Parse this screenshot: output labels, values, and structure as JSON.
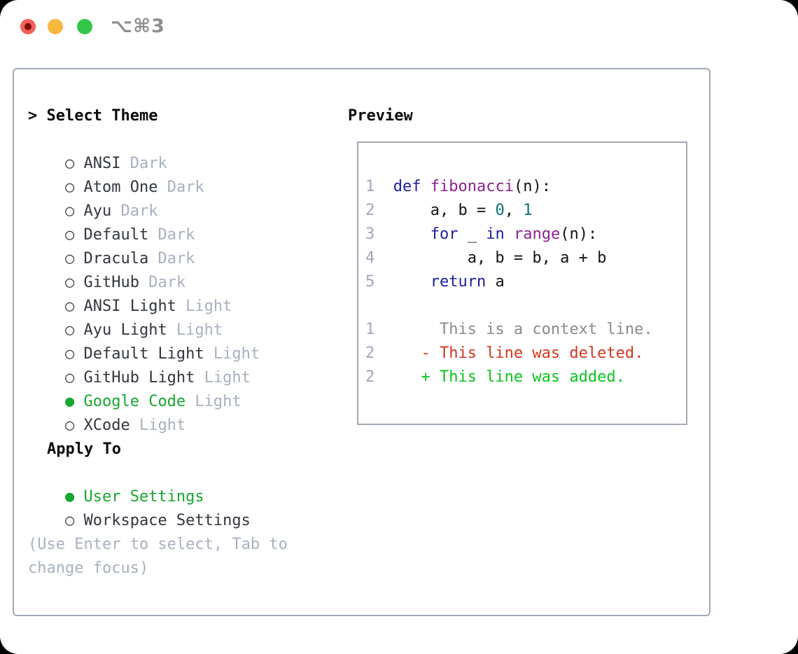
{
  "window": {
    "title": "⌥⌘3"
  },
  "theme_selector": {
    "cursor": ">",
    "title": "Select Theme",
    "unselected_marker": "○",
    "selected_marker": "●",
    "themes": [
      {
        "name": "ANSI",
        "variant": "Dark",
        "selected": false
      },
      {
        "name": "Atom One",
        "variant": "Dark",
        "selected": false
      },
      {
        "name": "Ayu",
        "variant": "Dark",
        "selected": false
      },
      {
        "name": "Default",
        "variant": "Dark",
        "selected": false
      },
      {
        "name": "Dracula",
        "variant": "Dark",
        "selected": false
      },
      {
        "name": "GitHub",
        "variant": "Dark",
        "selected": false
      },
      {
        "name": "ANSI Light",
        "variant": "Light",
        "selected": false
      },
      {
        "name": "Ayu Light",
        "variant": "Light",
        "selected": false
      },
      {
        "name": "Default Light",
        "variant": "Light",
        "selected": false
      },
      {
        "name": "GitHub Light",
        "variant": "Light",
        "selected": false
      },
      {
        "name": "Google Code",
        "variant": "Light",
        "selected": true
      },
      {
        "name": "XCode",
        "variant": "Light",
        "selected": false
      }
    ],
    "apply_to": {
      "title": "Apply To",
      "options": [
        {
          "label": "User Settings",
          "selected": true
        },
        {
          "label": "Workspace Settings",
          "selected": false
        }
      ]
    },
    "help_text": "(Use Enter to select, Tab to change focus)"
  },
  "preview": {
    "title": "Preview",
    "lines": [
      {
        "num": "1",
        "tokens": [
          [
            "pl",
            "  "
          ],
          [
            "kw",
            "def"
          ],
          [
            "pl",
            " "
          ],
          [
            "fn",
            "fibonacci"
          ],
          [
            "pl",
            "(n):"
          ]
        ]
      },
      {
        "num": "2",
        "tokens": [
          [
            "pl",
            "      a, b = "
          ],
          [
            "num",
            "0"
          ],
          [
            "pl",
            ", "
          ],
          [
            "num",
            "1"
          ]
        ]
      },
      {
        "num": "3",
        "tokens": [
          [
            "pl",
            "      "
          ],
          [
            "kw",
            "for"
          ],
          [
            "pl",
            " _ "
          ],
          [
            "kw",
            "in"
          ],
          [
            "pl",
            " "
          ],
          [
            "fn",
            "range"
          ],
          [
            "pl",
            "(n):"
          ]
        ]
      },
      {
        "num": "4",
        "tokens": [
          [
            "pl",
            "          a, b = b, a + b"
          ]
        ]
      },
      {
        "num": "5",
        "tokens": [
          [
            "pl",
            "      "
          ],
          [
            "kw",
            "return"
          ],
          [
            "pl",
            " a"
          ]
        ]
      },
      {
        "num": "",
        "tokens": []
      },
      {
        "num": "1",
        "tokens": [
          [
            "ctx",
            "       This is a context line."
          ]
        ]
      },
      {
        "num": "2",
        "tokens": [
          [
            "del",
            "     - This line was deleted."
          ]
        ]
      },
      {
        "num": "2",
        "tokens": [
          [
            "add",
            "     + This line was added."
          ]
        ]
      }
    ],
    "token_colors": {
      "lnum": "#9ea7ba",
      "kw": "#1c1f9e",
      "fn": "#8b2190",
      "num": "#0b6e74",
      "pl": "#141418",
      "ctx": "#8b8b8b",
      "del": "#d4361f",
      "add": "#0cc41f"
    }
  },
  "ui_colors": {
    "close": "#f2605a",
    "close_dot": "#7a1006",
    "minimize": "#f7b73e",
    "zoom": "#33c748",
    "title_text": "#8e8e90",
    "border": "#a2aab6",
    "header_text": "#0b0b0d",
    "text_dark": "#32363e",
    "muted": "#a8b0bf",
    "marker": "#3d414a",
    "selected_green": "#17a62f"
  }
}
